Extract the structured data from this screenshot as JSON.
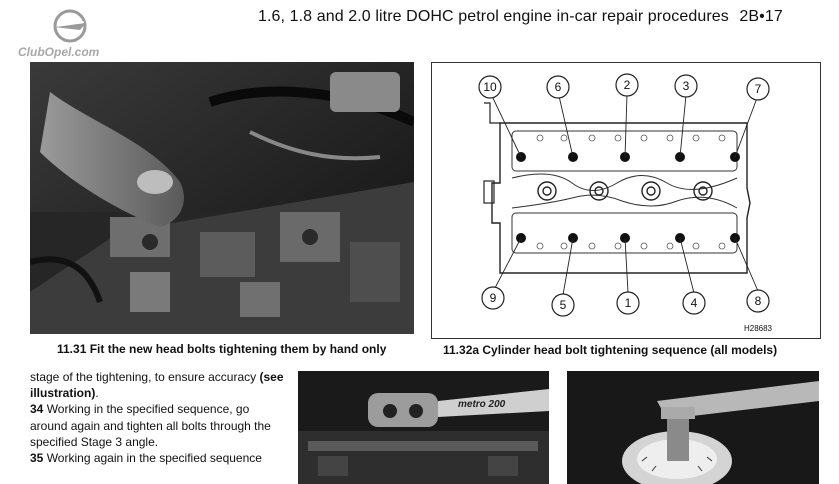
{
  "header": {
    "title": "1.6, 1.8 and 2.0 litre DOHC petrol engine in-car repair procedures",
    "page_number": "2B•17"
  },
  "watermark": {
    "text": "ClubOpel.com"
  },
  "captions": {
    "fig_11_31": "11.31 Fit the new head bolts tightening them by hand only",
    "fig_11_32a": "11.32a Cylinder head bolt tightening sequence (all models)"
  },
  "diagram": {
    "ref_code": "H28683",
    "top_callouts": [
      "10",
      "6",
      "2",
      "3",
      "7"
    ],
    "bottom_callouts": [
      "9",
      "5",
      "1",
      "4",
      "8"
    ]
  },
  "body": {
    "para1_start": "stage of the tightening, to ensure accuracy ",
    "para1_bold": "(see illustration)",
    "para1_end": ".",
    "p34_num": "34",
    "p34_text": " Working in the specified sequence, go around again and tighten all bolts through the specified Stage 3 angle.",
    "p35_num": "35",
    "p35_text": " Working again in the specified sequence"
  },
  "photo_bottom_1": {
    "tool_label": "metro 200"
  }
}
